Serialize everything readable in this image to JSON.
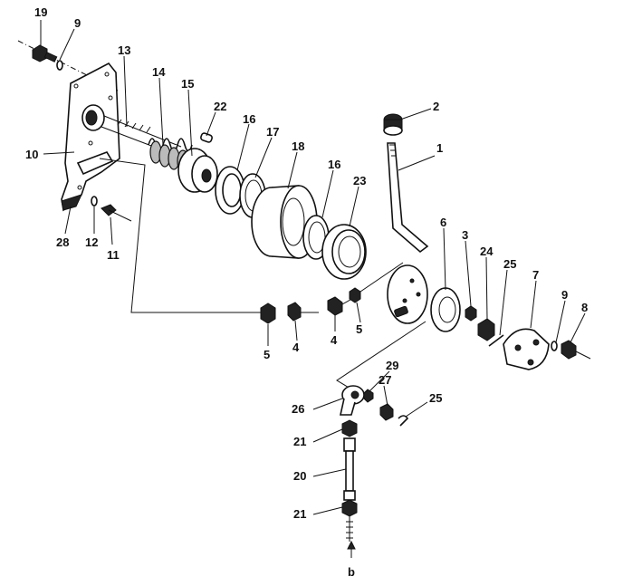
{
  "callouts": [
    {
      "id": "c19",
      "text": "19"
    },
    {
      "id": "c9a",
      "text": "9"
    },
    {
      "id": "c13",
      "text": "13"
    },
    {
      "id": "c14",
      "text": "14"
    },
    {
      "id": "c15",
      "text": "15"
    },
    {
      "id": "c22",
      "text": "22"
    },
    {
      "id": "c16a",
      "text": "16"
    },
    {
      "id": "c17",
      "text": "17"
    },
    {
      "id": "c18",
      "text": "18"
    },
    {
      "id": "c16b",
      "text": "16"
    },
    {
      "id": "c23",
      "text": "23"
    },
    {
      "id": "c10",
      "text": "10"
    },
    {
      "id": "c28",
      "text": "28"
    },
    {
      "id": "c12",
      "text": "12"
    },
    {
      "id": "c11",
      "text": "11"
    },
    {
      "id": "c2",
      "text": "2"
    },
    {
      "id": "c1",
      "text": "1"
    },
    {
      "id": "c6",
      "text": "6"
    },
    {
      "id": "c3",
      "text": "3"
    },
    {
      "id": "c24",
      "text": "24"
    },
    {
      "id": "c25a",
      "text": "25"
    },
    {
      "id": "c7",
      "text": "7"
    },
    {
      "id": "c9b",
      "text": "9"
    },
    {
      "id": "c8",
      "text": "8"
    },
    {
      "id": "c5a",
      "text": "5"
    },
    {
      "id": "c4a",
      "text": "4"
    },
    {
      "id": "c4b",
      "text": "4"
    },
    {
      "id": "c5b",
      "text": "5"
    },
    {
      "id": "c29",
      "text": "29"
    },
    {
      "id": "c26",
      "text": "26"
    },
    {
      "id": "c27",
      "text": "27"
    },
    {
      "id": "c25b",
      "text": "25"
    },
    {
      "id": "c21a",
      "text": "21"
    },
    {
      "id": "c20",
      "text": "20"
    },
    {
      "id": "c21b",
      "text": "21"
    },
    {
      "id": "cb",
      "text": "b"
    }
  ]
}
